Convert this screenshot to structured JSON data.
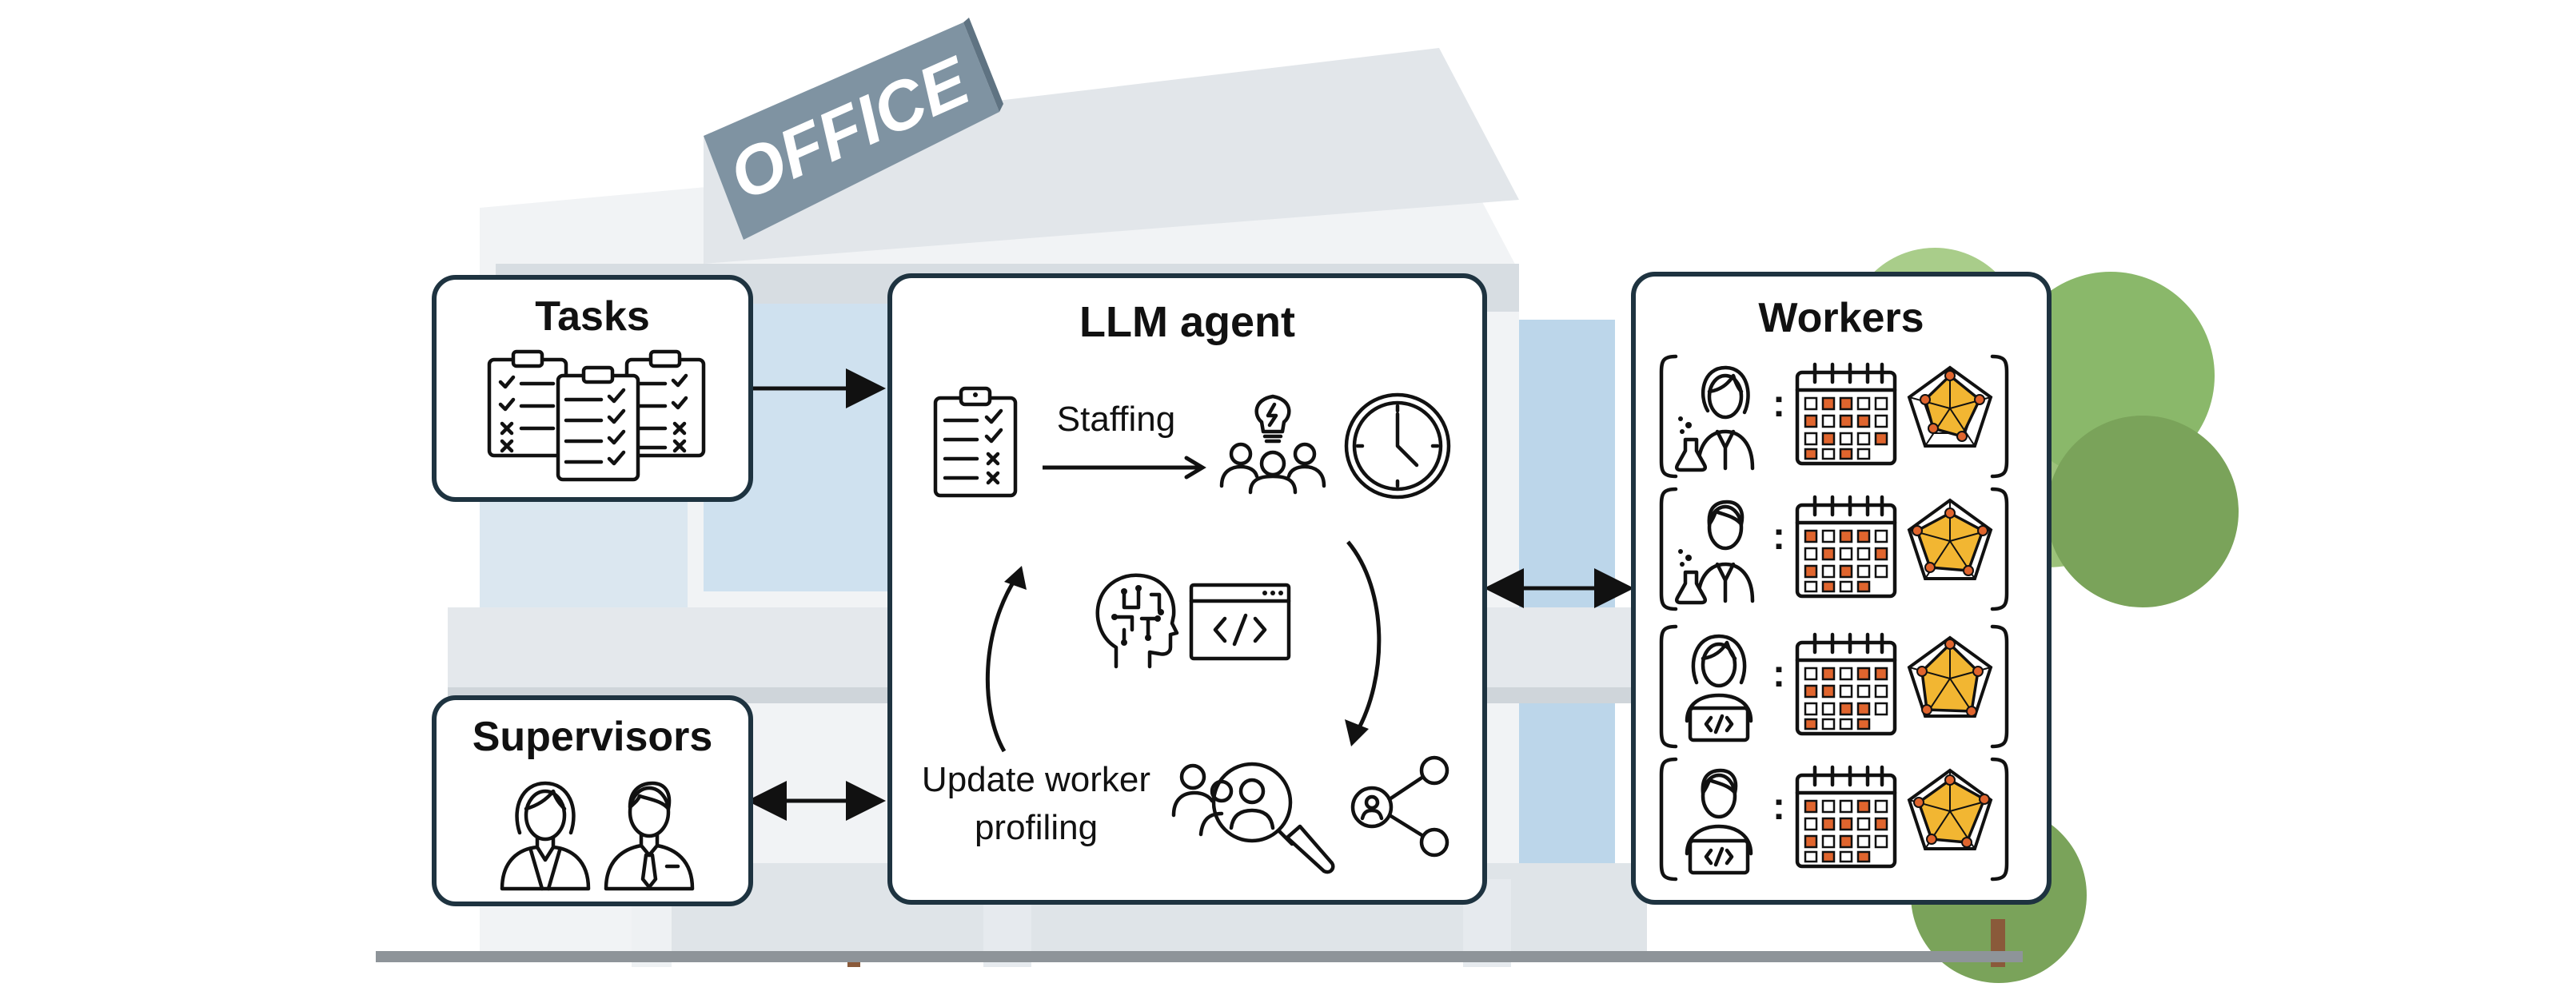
{
  "background": {
    "building_sign": "OFFICE",
    "colors": {
      "facade": "#e9ecef",
      "glass": "#bcd6ea",
      "sign": "#7f93a2",
      "trees": "#7aa35a"
    }
  },
  "tasks": {
    "title": "Tasks",
    "icons": [
      "clipboard-checklist-icon",
      "clipboard-checklist-icon",
      "clipboard-checklist-icon"
    ]
  },
  "supervisors": {
    "title": "Supervisors",
    "icons": [
      "female-supervisor-icon",
      "male-supervisor-icon"
    ]
  },
  "agent": {
    "title": "LLM agent",
    "staffing_label": "Staffing",
    "update_label": "Update worker profiling",
    "icons": [
      "clipboard-checklist-icon",
      "team-idea-icon",
      "clock-icon",
      "ai-brain-icon",
      "code-window-icon",
      "people-search-icon",
      "user-network-icon"
    ]
  },
  "workers": {
    "title": "Workers",
    "rows": [
      {
        "role_icon": "scientist-female-icon",
        "separator": ":"
      },
      {
        "role_icon": "scientist-male-icon",
        "separator": ":"
      },
      {
        "role_icon": "developer-female-icon",
        "separator": ":"
      },
      {
        "role_icon": "developer-male-icon",
        "separator": ":"
      }
    ],
    "colors": {
      "calendar_busy": "#e0652e",
      "radar_fill": "#f2b632"
    }
  }
}
